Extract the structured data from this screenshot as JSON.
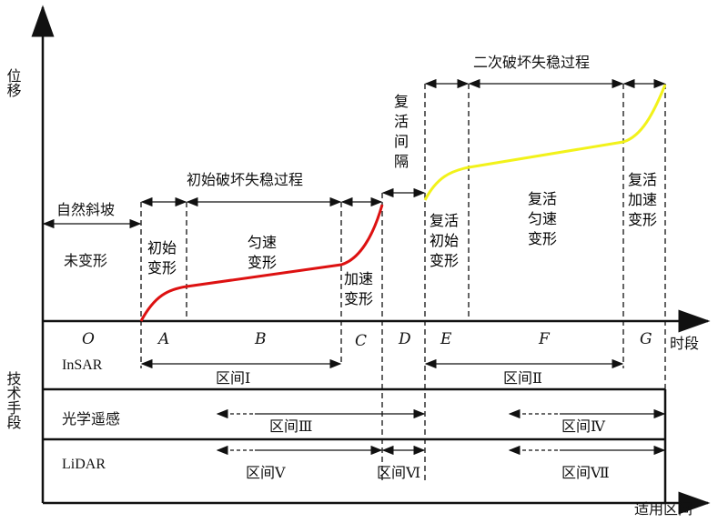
{
  "axes": {
    "y_label": "位移",
    "x_label": "时段",
    "tech_label": "技术手段",
    "range_label": "适用区间"
  },
  "phases": {
    "natural": "自然斜坡",
    "undeformed": "未变形",
    "first_process": "初始破坏失稳过程",
    "second_process": "二次破坏失稳过程",
    "initial": "初始变形",
    "uniform": "匀速变形",
    "accel": "加速变形",
    "gap": "复活间隔",
    "re_initial": "复活初始变形",
    "re_uniform": "复活匀速变形",
    "re_accel": "复活加速变形"
  },
  "segments": [
    "O",
    "A",
    "B",
    "C",
    "D",
    "E",
    "F",
    "G"
  ],
  "rows": [
    {
      "name": "InSAR"
    },
    {
      "name": "光学遥感"
    },
    {
      "name": "LiDAR"
    }
  ],
  "intervals": [
    "区间Ⅰ",
    "区间Ⅱ",
    "区间Ⅲ",
    "区间Ⅳ",
    "区间Ⅴ",
    "区间Ⅵ",
    "区间Ⅶ"
  ],
  "colors": {
    "first_curve": "#dd1111",
    "second_curve": "#f2f21a"
  }
}
